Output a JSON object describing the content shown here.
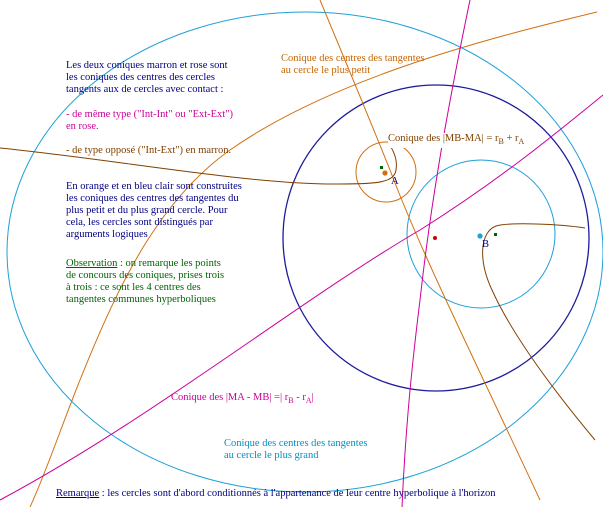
{
  "colors": {
    "navy": "#000080",
    "magenta": "#cc0099",
    "brown": "#804000",
    "orange": "#d07010",
    "cyan": "#1ea0d8",
    "green": "#006400",
    "red": "#cc0000"
  },
  "intro": {
    "lines": [
      "Les deux coniques marron et rose sont",
      "les coniques des centres des cercles",
      "tangents aux de cercles avec contact :"
    ]
  },
  "same_type": {
    "lines": [
      "-  de même type (\"Int-Int\" ou \"Ext-Ext\")",
      "en rose."
    ]
  },
  "opposite_type": {
    "line": "- de type opposé (\"Int-Ext\") en marron."
  },
  "orange_blue": {
    "lines": [
      "En orange et en bleu clair sont construites",
      "les coniques des centres des tangentes du",
      "plus petit et du plus grand cercle. Pour",
      "cela, les cercles sont distingués par",
      "arguments logiques"
    ]
  },
  "observation": {
    "title": "Observation",
    "first": " : on remarque les points",
    "lines": [
      "de concours des coniques, prises trois",
      "à trois : ce sont les 4 centres des",
      "tangentes communes hyperboliques"
    ]
  },
  "labels": {
    "orange_conic": [
      "Conique des centres des tangentes",
      "au cercle le plus petit"
    ],
    "brown_conic_prefix": "Conique des |MB-MA| = r",
    "brown_conic_sub1": "B",
    "brown_conic_mid": " + r",
    "brown_conic_sub2": "A",
    "magenta_conic_prefix": "Conique des |MA - MB| =| r",
    "magenta_conic_sub1": "B",
    "magenta_conic_mid": " - r",
    "magenta_conic_sub2": "A",
    "magenta_conic_end": "|",
    "cyan_conic": [
      "Conique des centres des tangentes",
      "au cercle le plus grand"
    ],
    "point_a": "A",
    "point_b": "B"
  },
  "remark": {
    "title": "Remarque",
    "text": " : les cercles sont d'abord conditionnés à l'appartenance de leur centre hyperbolique à l'horizon"
  }
}
